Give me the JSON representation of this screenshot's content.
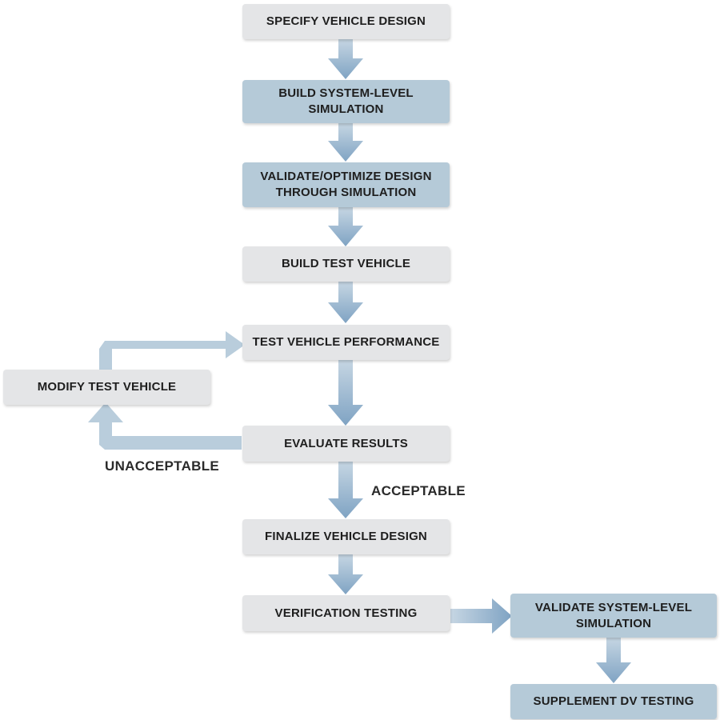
{
  "steps": {
    "specify": "SPECIFY VEHICLE DESIGN",
    "build_sim_1": "BUILD SYSTEM-LEVEL",
    "build_sim_2": "SIMULATION",
    "validate_opt_1": "VALIDATE/OPTIMIZE DESIGN",
    "validate_opt_2": "THROUGH SIMULATION",
    "build_test": "BUILD TEST VEHICLE",
    "test_perf": "TEST VEHICLE PERFORMANCE",
    "modify": "MODIFY TEST VEHICLE",
    "evaluate": "EVALUATE RESULTS",
    "finalize": "FINALIZE VEHICLE DESIGN",
    "verification": "VERIFICATION TESTING",
    "validate_sys_1": "VALIDATE SYSTEM-LEVEL",
    "validate_sys_2": "SIMULATION",
    "supplement": "SUPPLEMENT DV TESTING"
  },
  "labels": {
    "unacceptable": "UNACCEPTABLE",
    "acceptable": "ACCEPTABLE"
  },
  "colors": {
    "box_gray": "#e4e5e7",
    "box_blue": "#b5cad8",
    "arrow": "#8fb0cc"
  }
}
